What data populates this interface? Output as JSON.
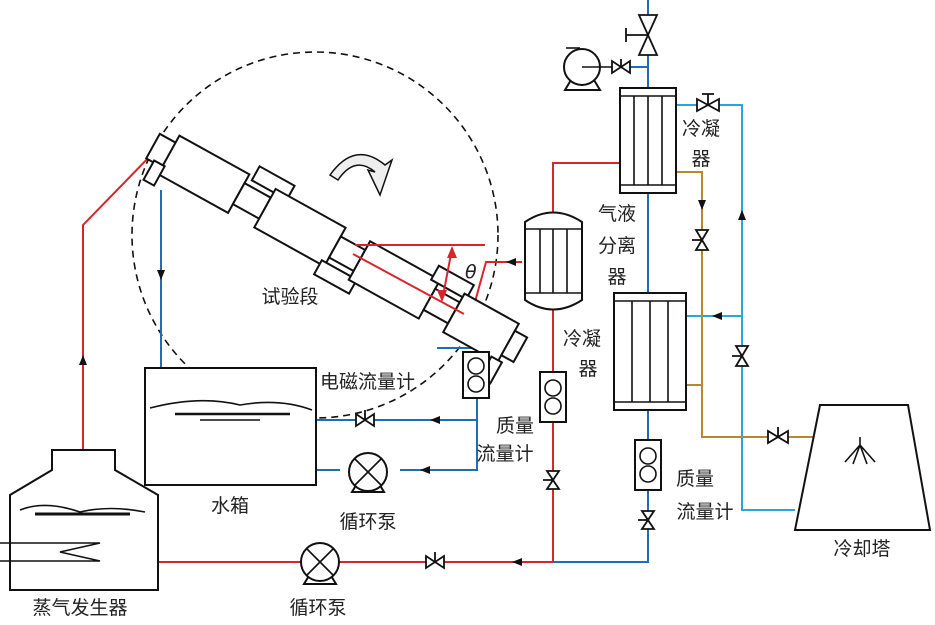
{
  "labels": {
    "test_section": "试验段",
    "theta": "θ",
    "water_tank": "水箱",
    "em_flowmeter": "电磁流量计",
    "pump_upper": "循环泵",
    "pump_lower": "循环泵",
    "mass_flowmeter_1_a": "质量",
    "mass_flowmeter_1_b": "流量计",
    "mass_flowmeter_2_a": "质量",
    "mass_flowmeter_2_b": "流量计",
    "separator_a": "气液",
    "separator_b": "分离",
    "separator_c": "器",
    "condenser_1_a": "冷凝",
    "condenser_1_b": "器",
    "condenser_2_a": "冷凝",
    "condenser_2_b": "器",
    "steam_generator": "蒸气发生器",
    "cooling_tower": "冷却塔"
  },
  "colors": {
    "steam_line": "#d7262b",
    "water_line": "#1f6db3",
    "cooling_water_line": "#2aa4dc",
    "condensate_line": "#b58a2c",
    "equipment": "#111111"
  }
}
